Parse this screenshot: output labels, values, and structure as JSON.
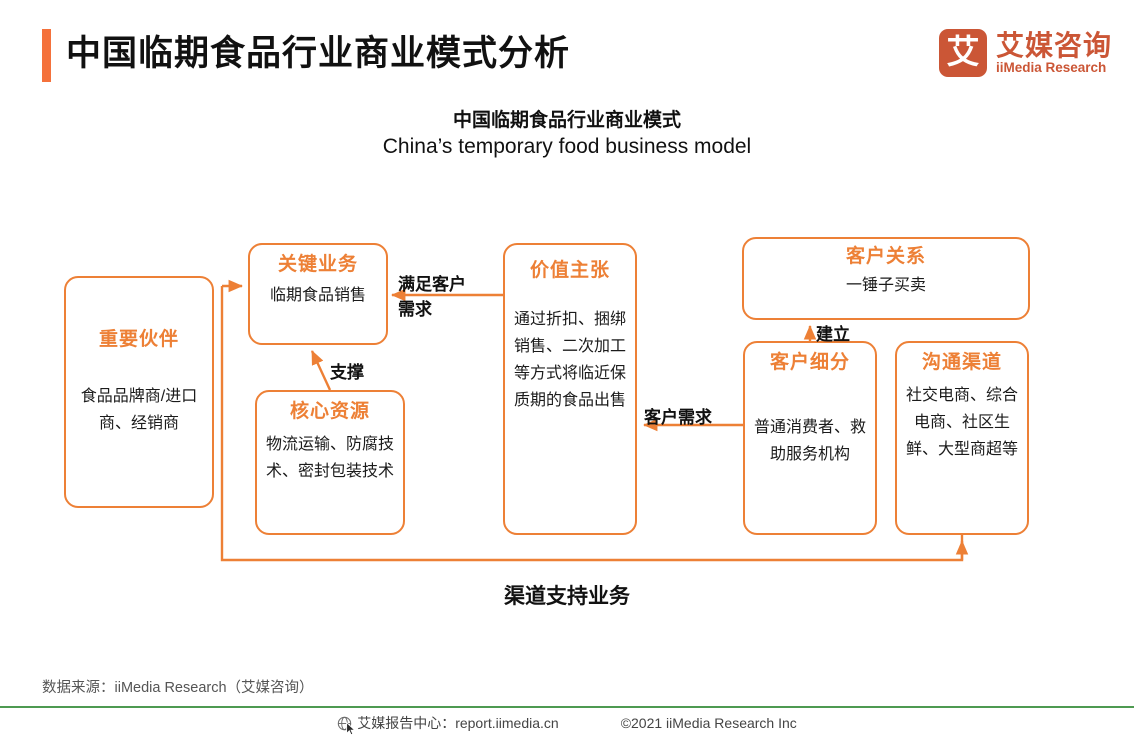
{
  "header": {
    "title": "中国临期食品行业商业模式分析",
    "accent_color": "#F4713B",
    "logo": {
      "mark_glyph": "艾",
      "name_cn": "艾媒咨询",
      "name_en": "iiMedia Research",
      "color": "#CB5636"
    }
  },
  "subtitle": {
    "cn": "中国临期食品行业商业模式",
    "en": "China’s temporary food business model"
  },
  "diagram": {
    "accent_color": "#ED8036",
    "nodes": [
      {
        "id": "partners",
        "title": "重要伙伴",
        "body": "食品品牌商/进口商、经销商"
      },
      {
        "id": "key-business",
        "title": "关键业务",
        "body": "临期食品销售"
      },
      {
        "id": "core-resource",
        "title": "核心资源",
        "body": "物流运输、防腐技术、密封包装技术"
      },
      {
        "id": "value-prop",
        "title": "价值主张",
        "body": "通过折扣、捆绑销售、二次加工等方式将临近保质期的食品出售"
      },
      {
        "id": "customer-rel",
        "title": "客户关系",
        "body": "一锤子买卖"
      },
      {
        "id": "customer-seg",
        "title": "客户细分",
        "body": "普通消费者、救助服务机构"
      },
      {
        "id": "channels",
        "title": "沟通渠道",
        "body": "社交电商、综合电商、社区生鲜、大型商超等"
      }
    ],
    "edge_labels": {
      "satisfy_line1": "满足客户",
      "satisfy_line2": "需求",
      "support": "支撑",
      "establish": "建立",
      "customer_demand": "客户需求",
      "bottom": "渠道支持业务"
    }
  },
  "footer": {
    "source": "数据来源：iiMedia Research（艾媒咨询）",
    "rule_color": "#4E9A51",
    "report_center": "艾媒报告中心：report.iimedia.cn",
    "copyright": "©2021  iiMedia Research  Inc"
  }
}
